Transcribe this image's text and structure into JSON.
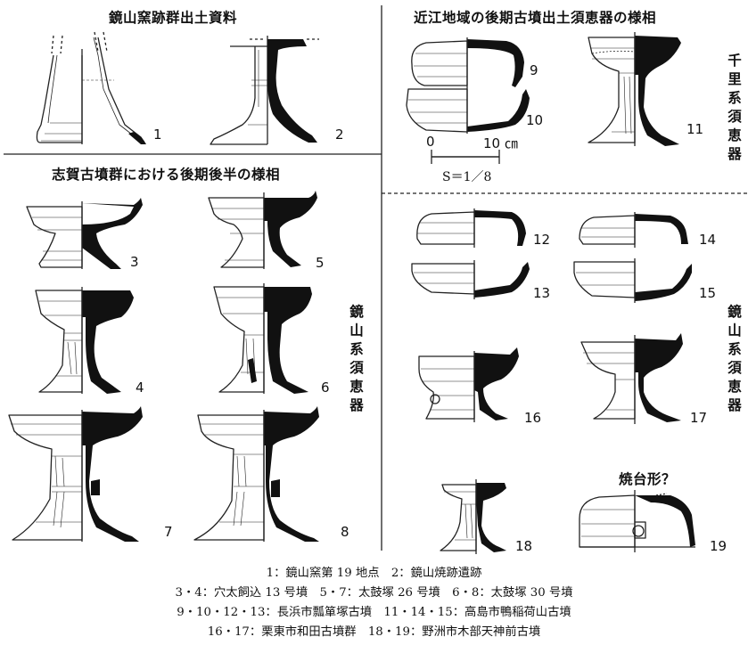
{
  "titles": {
    "kagamiyama_kiln": "鏡山窯跡群出土資料",
    "omi_late_kofun": "近江地域の後期古墳出土須恵器の様相",
    "shiga_kofun": "志賀古墳群における後期後半の様相",
    "firing_stand": "焼台形？"
  },
  "side_labels": {
    "senri": [
      "千",
      "里",
      "系",
      "須",
      "恵",
      "器"
    ],
    "kagamiyama_left": [
      "鏡",
      "山",
      "系",
      "須",
      "恵",
      "器"
    ],
    "kagamiyama_right": [
      "鏡",
      "山",
      "系",
      "須",
      "恵",
      "器"
    ]
  },
  "scale": {
    "zero": "0",
    "ten": "10 ㎝",
    "ratio": "S＝1／8"
  },
  "figure_numbers": [
    "1",
    "2",
    "3",
    "4",
    "5",
    "6",
    "7",
    "8",
    "9",
    "10",
    "11",
    "12",
    "13",
    "14",
    "15",
    "16",
    "17",
    "18",
    "19"
  ],
  "captions": [
    "1：鏡山窯第 19 地点　2：鏡山焼跡遺跡",
    "3・4：穴太飼込 13 号墳　5・7：太鼓塚 26 号墳　6・8：太鼓塚 30 号墳",
    "9・10・12・13：長浜市瓢箪塚古墳　11・14・15：高島市鴨稲荷山古墳",
    "16・17：栗東市和田古墳群　18・19：野洲市木部天神前古墳"
  ]
}
